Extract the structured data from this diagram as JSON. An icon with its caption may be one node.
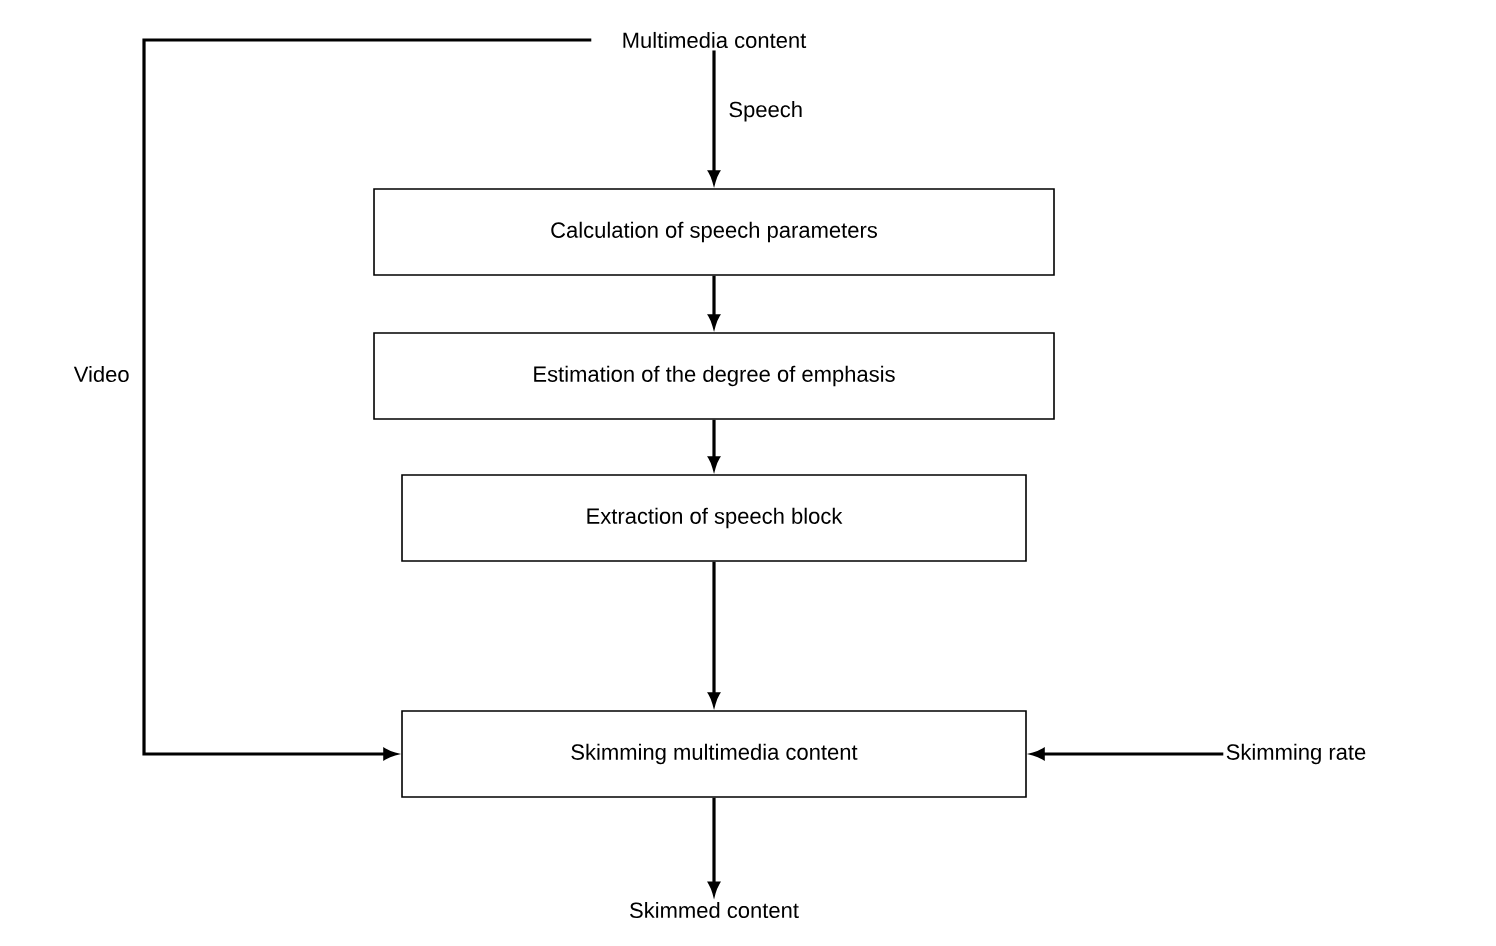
{
  "diagram": {
    "nodes": [
      {
        "text": [
          "Multimedia content"
        ]
      },
      {
        "text": [
          "Calculation of speech parameters"
        ]
      },
      {
        "text": [
          "Estimation of the degree of emphasis"
        ]
      },
      {
        "text": [
          "Extraction of speech block"
        ]
      },
      {
        "text": [
          "Skimming multimedia content"
        ]
      },
      {
        "text": [
          "Skimming rate"
        ]
      },
      {
        "text": [
          "Skimmed content"
        ]
      }
    ],
    "edges": [
      {
        "from": 0,
        "to": 1,
        "arrow": "to",
        "label": "Speech"
      },
      {
        "from": 1,
        "to": 2,
        "arrow": "to"
      },
      {
        "from": 2,
        "to": 3,
        "arrow": "to"
      },
      {
        "from": 3,
        "to": 4,
        "arrow": "to"
      },
      {
        "from": 0,
        "to": 4,
        "arrow": "to",
        "label": "Video"
      },
      {
        "from": 5,
        "to": 4,
        "arrow": "to"
      },
      {
        "from": 4,
        "to": 6,
        "arrow": "to"
      }
    ]
  }
}
